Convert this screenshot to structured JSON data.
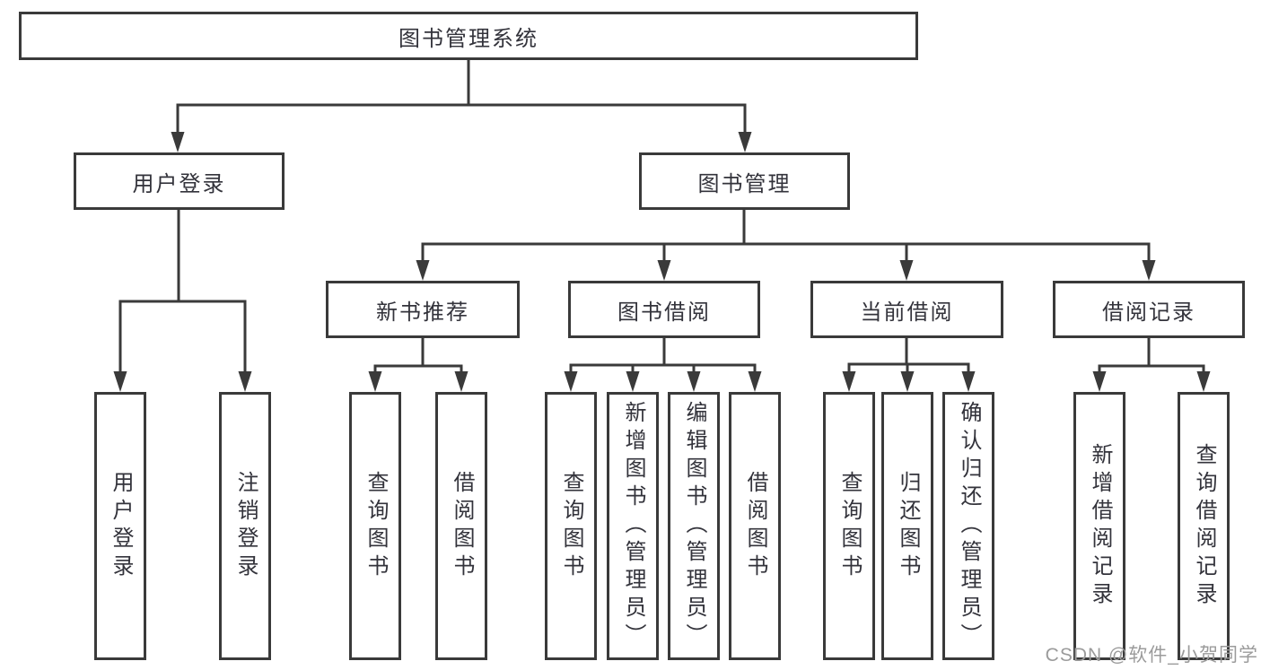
{
  "diagram": {
    "root": {
      "label": "图书管理系统"
    },
    "level2": {
      "user_login": {
        "label": "用户登录"
      },
      "book_mgmt": {
        "label": "图书管理"
      }
    },
    "level3": {
      "new_book": {
        "label": "新书推荐"
      },
      "book_borrow": {
        "label": "图书借阅"
      },
      "current_borrow": {
        "label": "当前借阅"
      },
      "borrow_record": {
        "label": "借阅记录"
      }
    },
    "leaves": {
      "user_login": "用户登录",
      "logout": "注销登录",
      "query_book_newbook": "查询图书",
      "borrow_book_newbook": "借阅图书",
      "query_book_borrow": "查询图书",
      "add_book": "新增图书（管理员）",
      "edit_book": "编辑图书（管理员）",
      "borrow_book_borrow": "借阅图书",
      "query_book_current": "查询图书",
      "return_book": "归还图书",
      "confirm_return": "确认归还（管理员）",
      "add_borrow_record": "新增借阅记录",
      "query_borrow_record": "查询借阅记录"
    }
  },
  "watermark": "CSDN @软件_小贺同学",
  "colors": {
    "line": "#3a3a3a",
    "text": "#33333b",
    "box_background": "#ffffff",
    "watermark": "#9b9b9b",
    "background": "#ffffff"
  }
}
